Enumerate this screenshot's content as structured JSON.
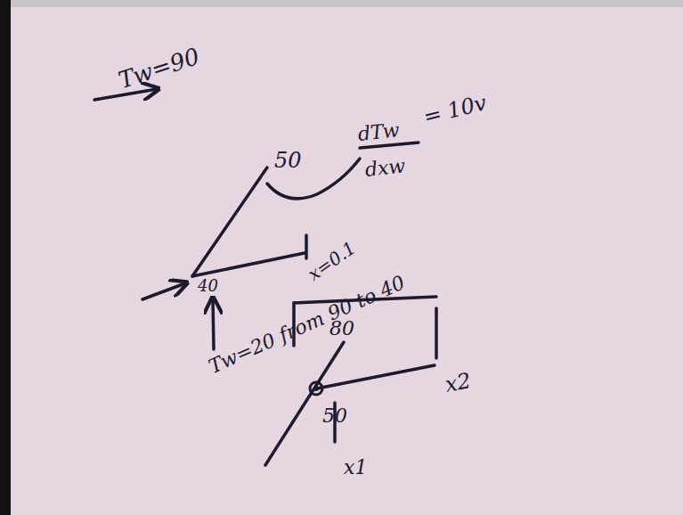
{
  "diagram": {
    "labels": [
      "Tw=90",
      "50",
      "dTw",
      "dxw",
      "= 10v",
      "x=0.1",
      "40",
      "Tw=20 from 90 to 40",
      "80",
      "50",
      "x1",
      "x2"
    ]
  }
}
